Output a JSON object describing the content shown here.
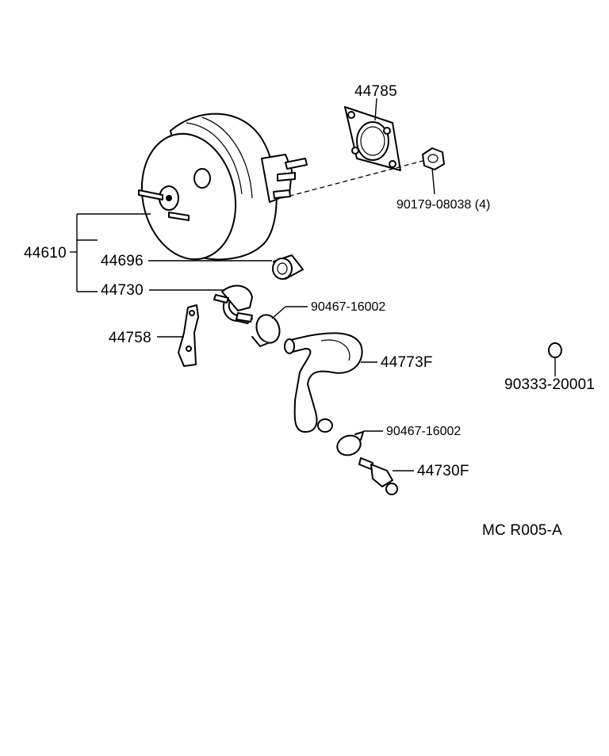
{
  "labels": {
    "gasket": "44785",
    "nut": "90179-08038 (4)",
    "booster_assy": "44610",
    "check_valve_grommet": "44696",
    "check_valve": "44730",
    "clamp_upper": "90467-16002",
    "bracket": "44758",
    "vacuum_hose": "44773F",
    "clip": "90333-20001",
    "clamp_lower": "90467-16002",
    "union": "44730F",
    "diagram_code": "MC R005-A"
  }
}
